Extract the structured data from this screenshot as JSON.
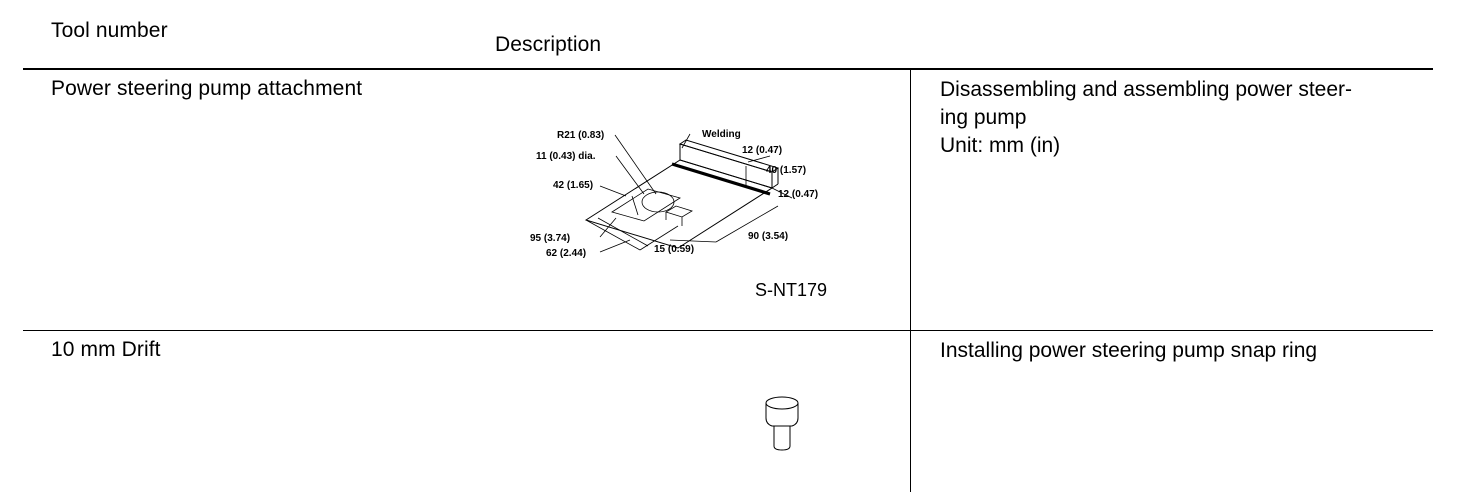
{
  "header": {
    "tool_number": "Tool number",
    "description": "Description"
  },
  "rows": [
    {
      "name": "Power steering pump attachment",
      "description_lines": [
        "Disassembling and assembling power steer-",
        "ing pump",
        "Unit: mm (in)"
      ],
      "figure_code": "S-NT179",
      "figure_labels": {
        "r21": "R21 (0.83)",
        "welding": "Welding",
        "dia": "11 (0.43) dia.",
        "d12a": "12 (0.47)",
        "d40": "40 (1.57)",
        "d42": "42 (1.65)",
        "d12b": "12 (0.47)",
        "d95": "95 (3.74)",
        "d62": "62 (2.44)",
        "d15": "15 (0.59)",
        "d90": "90 (3.54)"
      }
    },
    {
      "name": "10 mm Drift",
      "description_lines": [
        "Installing power steering pump snap ring"
      ]
    }
  ]
}
